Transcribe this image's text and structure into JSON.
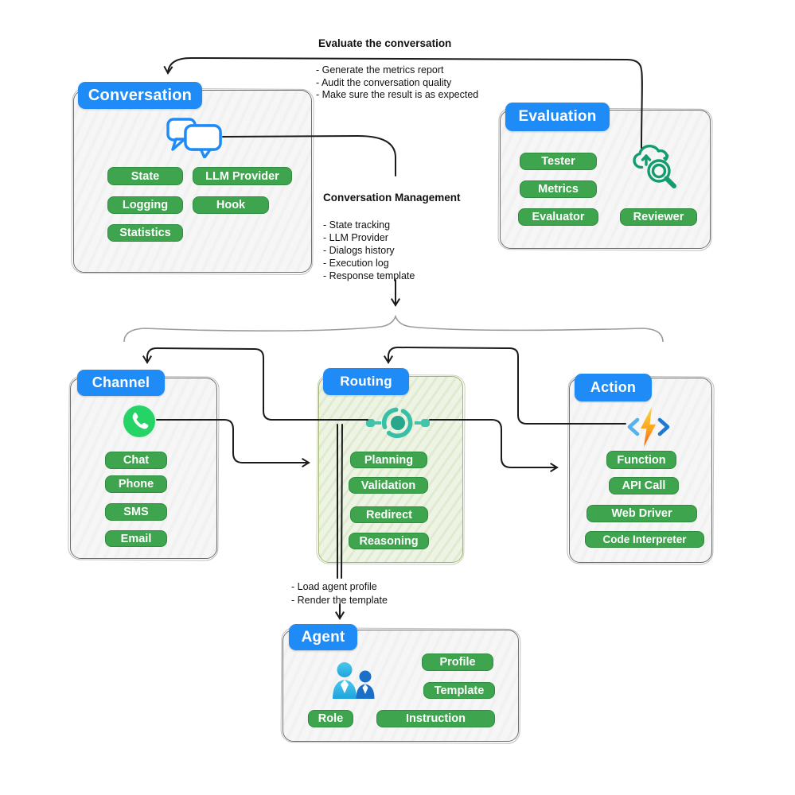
{
  "annotations": {
    "evaluate": {
      "title": "Evaluate the conversation",
      "bullets": [
        "- Generate the metrics report",
        "- Audit the conversation quality",
        "- Make sure the result is as expected"
      ]
    },
    "management": {
      "title": "Conversation Management",
      "bullets": [
        "- State tracking",
        "- LLM Provider",
        "- Dialogs history",
        "- Execution log",
        "- Response template"
      ]
    },
    "agent_prep": {
      "bullets": [
        "- Load agent profile",
        "- Render the template"
      ]
    }
  },
  "boxes": {
    "conversation": {
      "title": "Conversation",
      "icon": "chat-bubbles-icon",
      "pills": [
        "State",
        "LLM Provider",
        "Logging",
        "Hook",
        "Statistics"
      ]
    },
    "evaluation": {
      "title": "Evaluation",
      "icon": "cloud-search-icon",
      "pills": [
        "Tester",
        "Metrics",
        "Evaluator",
        "Reviewer"
      ]
    },
    "channel": {
      "title": "Channel",
      "icon": "whatsapp-icon",
      "pills": [
        "Chat",
        "Phone",
        "SMS",
        "Email"
      ]
    },
    "routing": {
      "title": "Routing",
      "icon": "hub-icon",
      "pills": [
        "Planning",
        "Validation",
        "Redirect",
        "Reasoning"
      ]
    },
    "action": {
      "title": "Action",
      "icon": "code-lightning-icon",
      "pills": [
        "Function",
        "API Call",
        "Web Driver",
        "Code Interpreter"
      ]
    },
    "agent": {
      "title": "Agent",
      "icon": "people-icon",
      "pills": [
        "Profile",
        "Template",
        "Role",
        "Instruction"
      ]
    }
  },
  "colors": {
    "header_blue": "#1E8BF7",
    "pill_green": "#3EA44D",
    "routing_fill": "#EEF4E4",
    "routing_border": "#A2B478",
    "whatsapp_green": "#25D366",
    "hub_teal": "#38BFA7",
    "eval_green": "#139C6C",
    "bolt_orange": "#F4821E",
    "line_black": "#1B1B1B",
    "brace_gray": "#9B9B9B"
  }
}
